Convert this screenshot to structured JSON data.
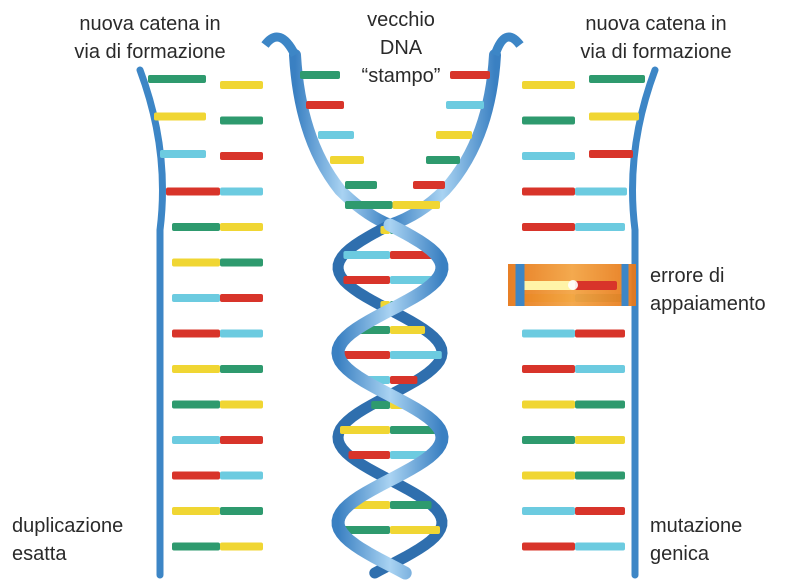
{
  "labels": {
    "new_chain_left": [
      "nuova catena in",
      "via di formazione"
    ],
    "old_dna": [
      "vecchio",
      "DNA",
      "“stampo”"
    ],
    "new_chain_right": [
      "nuova catena in",
      "via di formazione"
    ],
    "mismatch_error": [
      "errore di",
      "appaiamento"
    ],
    "exact_duplication": [
      "duplicazione",
      "esatta"
    ],
    "gene_mutation": [
      "mutazione",
      "genica"
    ]
  },
  "colors": {
    "backbone": "#3d86c6",
    "backbone_light": "#7fb6e3",
    "base_yellow": "#f0d633",
    "base_green": "#2e9a6e",
    "base_red": "#d8342a",
    "base_cyan": "#6ccbe0",
    "error_highlight": "#e8831f"
  },
  "icons": {
    "double_helix": "dna-helix-icon",
    "ladder_left": "dna-ladder-icon",
    "ladder_right": "dna-ladder-icon"
  }
}
